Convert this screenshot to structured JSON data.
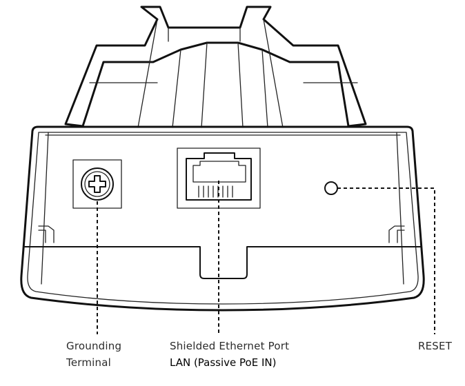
{
  "labels": {
    "grounding_line1": "Grounding",
    "grounding_line2": "Terminal",
    "ethernet_line1": "Shielded Ethernet Port",
    "ethernet_line2": "LAN (Passive PoE IN)",
    "reset": "RESET"
  }
}
